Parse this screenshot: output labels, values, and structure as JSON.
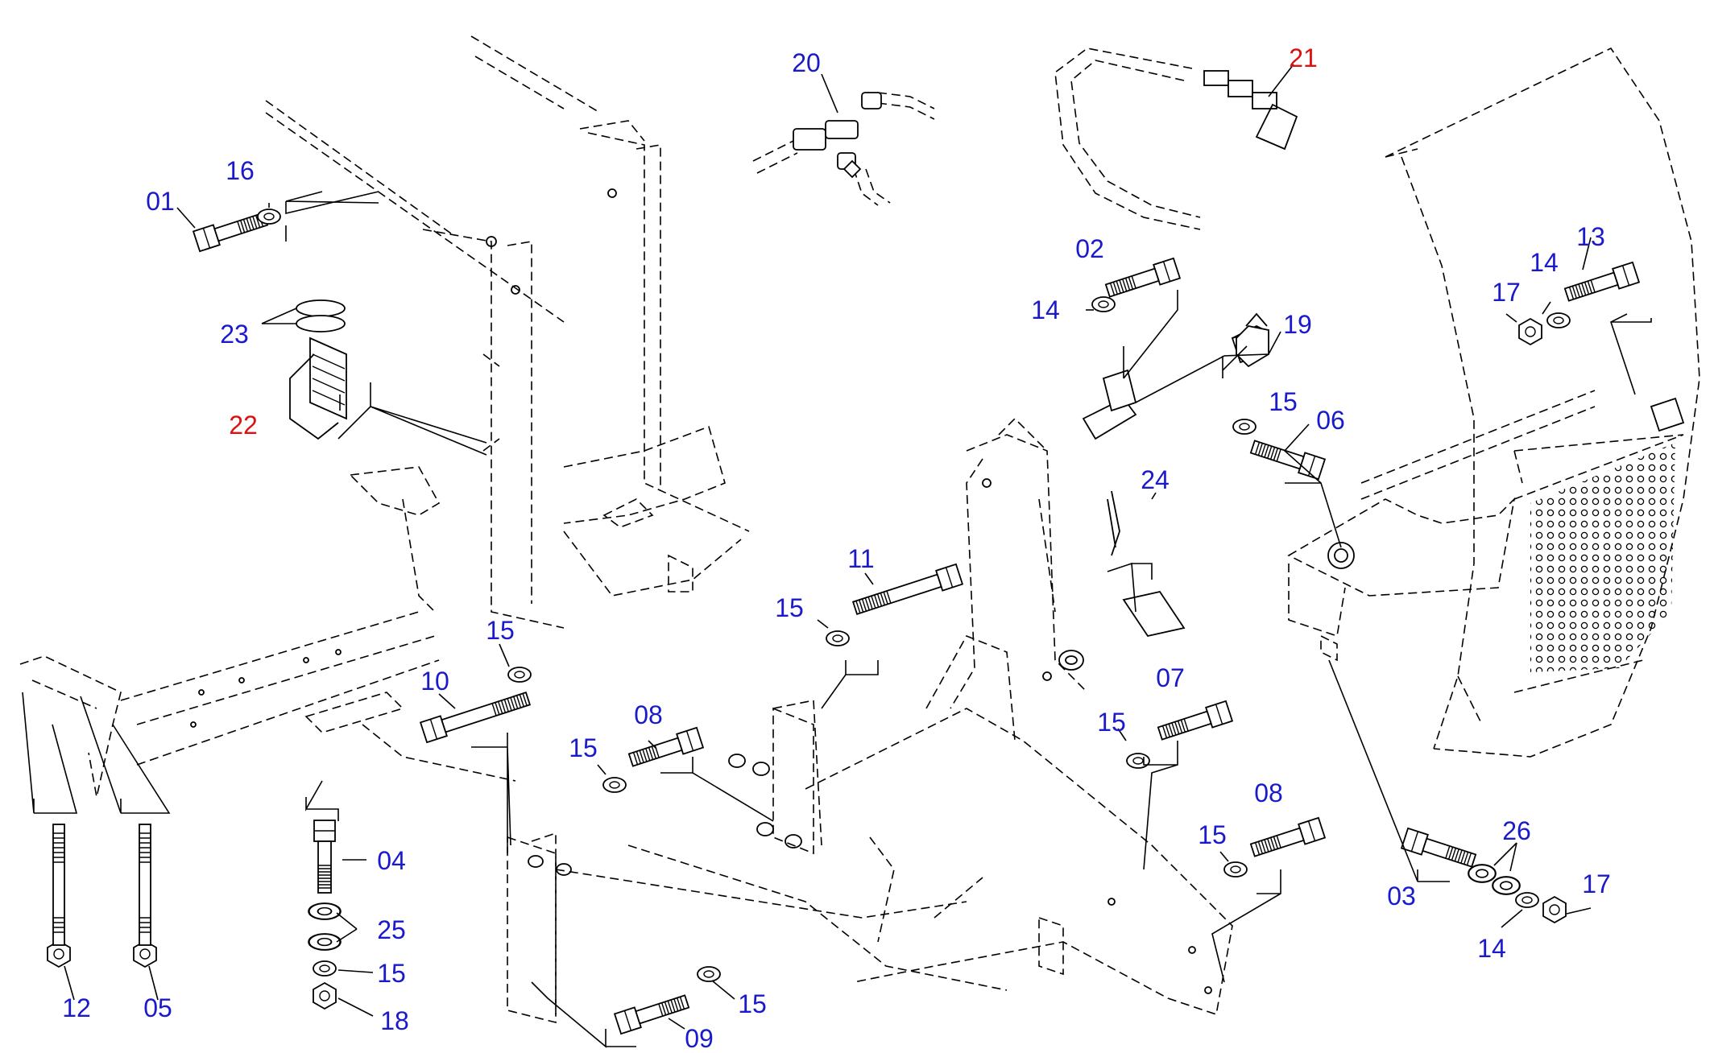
{
  "diagram": {
    "colors": {
      "standard": "#1a1acc",
      "highlight": "#dd1111",
      "line": "#000000",
      "background": "#ffffff"
    },
    "callouts": [
      {
        "id": "c-01",
        "label": "01",
        "color": "standard"
      },
      {
        "id": "c-16",
        "label": "16",
        "color": "standard"
      },
      {
        "id": "c-23",
        "label": "23",
        "color": "standard"
      },
      {
        "id": "c-22",
        "label": "22",
        "color": "highlight"
      },
      {
        "id": "c-20",
        "label": "20",
        "color": "standard"
      },
      {
        "id": "c-21",
        "label": "21",
        "color": "highlight"
      },
      {
        "id": "c-02",
        "label": "02",
        "color": "standard"
      },
      {
        "id": "c-14a",
        "label": "14",
        "color": "standard"
      },
      {
        "id": "c-19",
        "label": "19",
        "color": "standard"
      },
      {
        "id": "c-15a",
        "label": "15",
        "color": "standard"
      },
      {
        "id": "c-06",
        "label": "06",
        "color": "standard"
      },
      {
        "id": "c-24",
        "label": "24",
        "color": "standard"
      },
      {
        "id": "c-17a",
        "label": "17",
        "color": "standard"
      },
      {
        "id": "c-14b",
        "label": "14",
        "color": "standard"
      },
      {
        "id": "c-13",
        "label": "13",
        "color": "standard"
      },
      {
        "id": "c-11",
        "label": "11",
        "color": "standard"
      },
      {
        "id": "c-15b",
        "label": "15",
        "color": "standard"
      },
      {
        "id": "c-15c",
        "label": "15",
        "color": "standard"
      },
      {
        "id": "c-10",
        "label": "10",
        "color": "standard"
      },
      {
        "id": "c-15d",
        "label": "15",
        "color": "standard"
      },
      {
        "id": "c-08a",
        "label": "08",
        "color": "standard"
      },
      {
        "id": "c-15e",
        "label": "15",
        "color": "standard"
      },
      {
        "id": "c-07",
        "label": "07",
        "color": "standard"
      },
      {
        "id": "c-08b",
        "label": "08",
        "color": "standard"
      },
      {
        "id": "c-15f",
        "label": "15",
        "color": "standard"
      },
      {
        "id": "c-04",
        "label": "04",
        "color": "standard"
      },
      {
        "id": "c-25",
        "label": "25",
        "color": "standard"
      },
      {
        "id": "c-15g",
        "label": "15",
        "color": "standard"
      },
      {
        "id": "c-18",
        "label": "18",
        "color": "standard"
      },
      {
        "id": "c-12",
        "label": "12",
        "color": "standard"
      },
      {
        "id": "c-05",
        "label": "05",
        "color": "standard"
      },
      {
        "id": "c-15h",
        "label": "15",
        "color": "standard"
      },
      {
        "id": "c-09",
        "label": "09",
        "color": "standard"
      },
      {
        "id": "c-26",
        "label": "26",
        "color": "standard"
      },
      {
        "id": "c-03",
        "label": "03",
        "color": "standard"
      },
      {
        "id": "c-17b",
        "label": "17",
        "color": "standard"
      },
      {
        "id": "c-14c",
        "label": "14",
        "color": "standard"
      }
    ]
  }
}
